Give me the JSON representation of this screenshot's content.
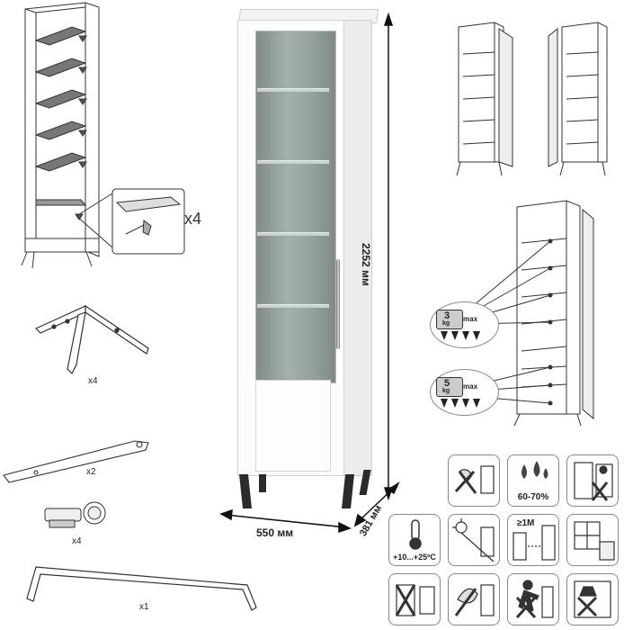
{
  "dimensions": {
    "height": "2252 мм",
    "width": "550 мм",
    "depth": "381 мм"
  },
  "quantities": {
    "shelf_supports": "x4",
    "legs": "x4",
    "wall_strap": "x2",
    "hinges": "x4",
    "handle": "x1"
  },
  "load_limits": [
    {
      "value": "3",
      "unit": "kg",
      "label": "max"
    },
    {
      "value": "5",
      "unit": "kg",
      "label": "max"
    }
  ],
  "care_icons": {
    "humidity": "60-70%",
    "temperature": "+10...+25ºC",
    "distance": "≥1M",
    "icons": [
      "no-wet-cleaning-icon",
      "humidity-icon",
      "no-hanging-on-door-icon",
      "temperature-icon",
      "no-direct-sunlight-icon",
      "distance-from-heater-icon",
      "no-heat-source-icon",
      "no-abrasive-icon",
      "no-climbing-icon",
      "no-overload-icon",
      "window-icon",
      "assembly-icon"
    ]
  },
  "colors": {
    "cabinet_body": "#ffffff",
    "glass": "#8e9a98",
    "legs": "#2b2b2b",
    "line_art": "#333333"
  }
}
